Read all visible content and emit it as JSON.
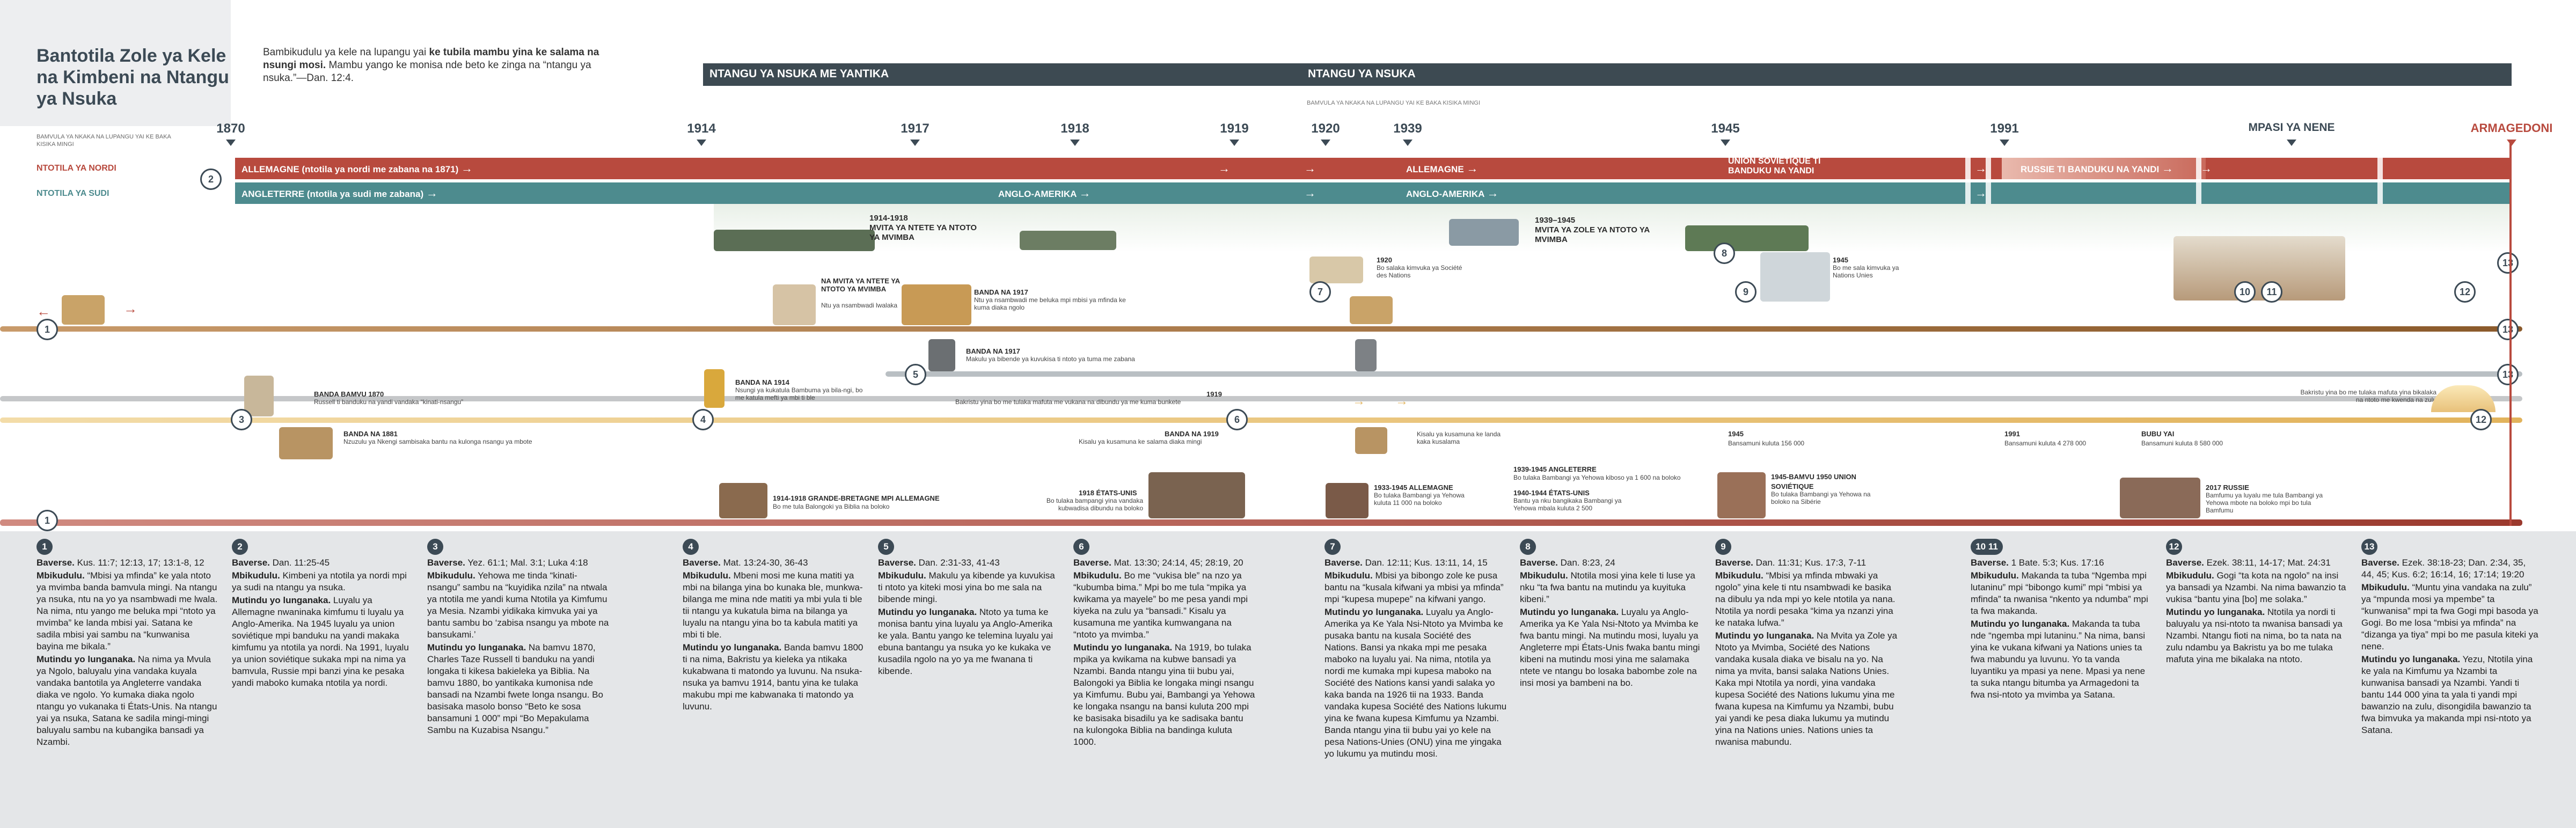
{
  "header": {
    "title": "Bantotila Zole ya Kele na Kimbeni na Ntangu ya Nsuka",
    "title_sub": "BAMVULA YA NKAKA NA LUPANGU YAI KE BAKA KISIKA MINGI",
    "intro_prefix": "Bambikudulu ya kele na lupangu yai",
    "intro_bold": "ke tubila mambu yina ke salama na nsungi mosi.",
    "intro_rest": "Mambu yango ke monisa nde beto ke zinga na “ntangu ya nsuka.”—Dan. 12:4.",
    "era_1": "NTANGU YA NSUKA ME YANTIKA",
    "era_2": "NTANGU YA NSUKA",
    "era_note": "BAMVULA YA NKAKA NA LUPANGU YAI KE BAKA KISIKA MINGI"
  },
  "years": [
    "1870",
    "1914",
    "1917",
    "1918",
    "1919",
    "1920",
    "1939",
    "1945",
    "1991",
    "MPASI YA NENE",
    "ARMAGEDONI"
  ],
  "kings": {
    "north_label": "NTOTILA YA NORDI",
    "south_label": "NTOTILA YA SUDI",
    "north_1": "ALLEMAGNE (ntotila ya nordi me zabana na 1871)",
    "north_2": "ALLEMAGNE",
    "north_3": "UNION SOVIÉTIQUE TI BANDUKU NA YANDI",
    "north_4": "RUSSIE TI BANDUKU NA YANDI",
    "south_1": "ANGLETERRE (ntotila ya sudi me zabana)",
    "south_2": "ANGLO-AMERIKA",
    "south_3": "ANGLO-AMERIKA"
  },
  "events": {
    "e_1914_ww1": "1914-1918",
    "e_1914_ww1_sub": "MVITA YA NTETE YA NTOTO YA MVIMBA",
    "e_1939_ww2": "1939–1945",
    "e_1939_ww2_sub": "MVITA YA ZOLE YA NTOTO YA MVIMBA",
    "beast_title": "NA MVITA YA NTETE YA NTOTO YA MVIMBA",
    "beast_text": "Ntu ya nsambwadi lwalaka",
    "b1917_title": "BANDA NA 1917",
    "b1917_text": "Ntu ya nsambwadi me beluka mpi mbisi ya mfinda ke kuma diaka ngolo",
    "league_year": "1920",
    "league_text": "Bo salaka kimvuka ya Société des Nations",
    "un_year": "1945",
    "un_text": "Bo me sala kimvuka ya Nations Unies",
    "iron_title": "BANDA NA 1917",
    "iron_text": "Makulu ya bibende ya kuvukisa ti ntoto ya tuma me zabana",
    "russell_title": "BANDA BAMVU 1870",
    "russell_text": "Russell ti banduku na yandi vandaka “kinati-nsangu”",
    "b1914_title": "BANDA NA 1914",
    "b1914_text": "Nsungi ya kukatula Bambuma ya bila-ngi, bo me katula mefti ya mbi ti ble",
    "b1919_year": "1919",
    "b1919_text": "Bakristu yina bo me tulaka mafuta me vukana na dibundu ya me kuma bunkete",
    "hill_text": "Bakristu yina bo me tulaka mafuta yina bikalaka na ntoto me kwenda na zulu",
    "b1881_title": "BANDA NA 1881",
    "b1881_text": "Nzuzulu ya Nkengi sambisaka bantu na kulonga nsangu ya mbote",
    "b1919b_title": "BANDA NA 1919",
    "b1919b_text": "Kisalu ya kusamuna ke salama diaka mingi",
    "kusa_text": "Kisalu ya kusamuna ke landa kaka kusalama",
    "p1945_year": "1945",
    "p1945_text": "Bansamuni kuluta 156 000",
    "p1991_year": "1991",
    "p1991_text": "Bansamuni kuluta 4 278 000",
    "bubu_title": "BUBU YAI",
    "bubu_text": "Bansamuni kuluta 8 580 000",
    "gb_title": "1914-1918 GRANDE-BRETAGNE MPI ALLEMAGNE",
    "gb_text": "Bo me tula Balongoki ya Biblia na boloko",
    "us_title": "1918 ÉTATS-UNIS",
    "us_text": "Bo tulaka bampangi yina vandaka kubwadisa dibundu na boloko",
    "de_title": "1933-1945 ALLEMAGNE",
    "de_text": "Bo tulaka Bambangi ya Yehowa kuluta 11 000 na boloko",
    "en_title": "1939-1945 ANGLETERRE",
    "en_text": "Bo tulaka Bambangi ya Yehowa kiboso ya 1 600 na boloko",
    "us2_title": "1940-1944 ÉTATS-UNIS",
    "us2_text": "Bantu ya nku bangikaka Bambangi ya Yehowa mbala kuluta 2 500",
    "su_title": "1945-BAMVU 1950 UNION SOVIÉTIQUE",
    "su_text": "Bo tulaka Bambangi ya Yehowa na boloko na Sibérie",
    "ru_title": "2017 RUSSIE",
    "ru_text": "Bamfumu ya luyalu me tula Bambangi ya Yehowa mbote na boloko mpi bo tula Bamfumu"
  },
  "columns": [
    {
      "n": "1",
      "verses": "Kus. 11:7; 12:13, 17; 13:1-8, 12",
      "def": "“Mbisi ya mfinda” ke yala ntoto ya mvimba banda bamvula mingi. Na ntangu ya nsuka, ntu na yo ya nsambwadi me lwala. Na nima, ntu yango me beluka mpi “ntoto ya mvimba” ke landa mbisi yai. Satana ke sadila mbisi yai sambu na “kunwanisa bayina me bikala.”",
      "mut": "Na nima ya Mvula ya Ngolo, baluyalu yina vandaka kuyala vandaka bantotila ya Angleterre vandaka diaka ve ngolo. Yo kumaka diaka ngolo ntangu yo vukanaka ti États-Unis. Na ntangu yai ya nsuka, Satana ke sadila mingi-mingi baluyalu sambu na kubangika bansadi ya Nzambi."
    },
    {
      "n": "2",
      "verses": "Dan. 11:25-45",
      "def": "Kimbeni ya ntotila ya nordi mpi ya sudi na ntangu ya nsuka.",
      "mut": "Luyalu ya Allemagne nwaninaka kimfumu ti luyalu ya Anglo-Amerika. Na 1945 luyalu ya union soviétique mpi banduku na yandi makaka kimfumu ya ntotila ya nordi. Na 1991, luyalu ya union soviétique sukaka mpi na nima ya bamvula, Russie mpi banzi yina ke pesaka yandi maboko kumaka ntotila ya nordi."
    },
    {
      "n": "3",
      "verses": "Yez. 61:1; Mal. 3:1; Luka 4:18",
      "def": "Yehowa me tinda “kinati-nsangu” sambu na “kuyidika nzila” na ntwala ya ntotila me yandi kuma Ntotila ya Kimfumu ya Mesia. Nzambi yidikaka kimvuka yai ya bantu sambu bo ‘zabisa nsangu ya mbote na bansukami.’",
      "mut": "Na bamvu 1870, Charles Taze Russell ti banduku na yandi longaka ti kikesa bakieleka ya Biblia. Na bamvu 1880, bo yantikaka kumonisa nde bansadi na Nzambi fwete longa nsangu. Bo basisaka masolo bonso “Beto ke sosa bansamuni 1 000” mpi “Bo Mepakulama Sambu na Kuzabisa Nsangu.”"
    },
    {
      "n": "4",
      "verses": "Mat. 13:24-30, 36-43",
      "def": "Mbeni mosi me kuna matiti ya mbi na bilanga yina bo kunaka ble, munkwa-bilanga me mina nde matiti ya mbi yula ti ble tii ntangu ya kukatula bima na bilanga ya luyalu na ntangu yina bo ta kabula matiti ya mbi ti ble.",
      "mut": "Banda bamvu 1800 ti na nima, Bakristu ya kieleka ya ntikaka kukabwana ti matondo ya luvunu. Na nsuka-nsuka ya bamvu 1914, bantu yina ke tulaka makubu mpi me kabwanaka ti matondo ya luvunu."
    },
    {
      "n": "5",
      "verses": "Dan. 2:31-33, 41-43",
      "def": "Makulu ya kibende ya kuvukisa ti ntoto ya kiteki mosi yina bo me sala na bibende mingi.",
      "mut": "Ntoto ya tuma ke monisa bantu yina luyalu ya Anglo-Amerika ke yala. Bantu yango ke telemina luyalu yai ebuna bantangu ya nsuka yo ke kukaka ve kusadila ngolo na yo ya me fwanana ti kibende."
    },
    {
      "n": "6",
      "verses": "Mat. 13:30; 24:14, 45; 28:19, 20",
      "def": "Bo me “vukisa ble” na nzo ya “kubumba bima.” Mpi bo me tula “mpika ya kwikama ya mayele” bo me pesa yandi mpi kiyeka na zulu ya “bansadi.” Kisalu ya kusamuna me yantika kumwangana na “ntoto ya mvimba.”",
      "mut": "Na 1919, bo tulaka mpika ya kwikama na kubwe bansadi ya Nzambi. Banda ntangu yina tii bubu yai, Balongoki ya Biblia ke longaka mingi nsangu ya Kimfumu. Bubu yai, Bambangi ya Yehowa ke longaka nsangu na bansi kuluta 200 mpi ke basisaka bisadilu ya ke sadisaka bantu na kulongoka Biblia na bandinga kuluta 1000."
    },
    {
      "n": "7",
      "verses": "Dan. 12:11; Kus. 13:11, 14, 15",
      "def": "Mbisi ya bibongo zole ke pusa bantu na “kusala kifwani ya mbisi ya mfinda” mpi “kupesa mupepe” na kifwani yango.",
      "mut": "Luyalu ya Anglo-Amerika ya Ke Yala Nsi-Ntoto ya Mvimba ke pusaka bantu na kusala Société des Nations. Bansi ya nkaka mpi me pesaka maboko na luyalu yai. Na nima, ntotila ya nordi me kumaka mpi kupesa maboko na Société des Nations kansi yandi salaka yo kaka banda na 1926 tii na 1933. Banda vandaka kupesa Société des Nations lukumu yina ke fwana kupesa Kimfumu ya Nzambi. Banda ntangu yina tii bubu yai yo kele na pesa Nations-Unies (ONU) yina me yingaka yo lukumu ya mutindu mosi."
    },
    {
      "n": "8",
      "verses": "Dan. 8:23, 24",
      "def": "Ntotila mosi yina kele ti luse ya nku “ta fwa bantu na mutindu ya kuyituka kibeni.”",
      "mut": "Luyalu ya Anglo-Amerika ya Ke Yala Nsi-Ntoto ya Mvimba ke fwa bantu mingi. Na mutindu mosi, luyalu ya Angleterre mpi États-Unis fwaka bantu mingi kibeni na mutindu mosi yina me salamaka ntete ve ntangu bo losaka babombe zole na insi mosi ya bambeni na bo."
    },
    {
      "n": "9",
      "verses": "Dan. 11:31; Kus. 17:3, 7-11",
      "def": "“Mbisi ya mfinda mbwaki ya ngolo” yina kele ti ntu nsambwadi ke basika na dibulu ya nda mpi yo kele ntotila ya nana. Ntotila ya nordi pesaka “kima ya nzanzi yina ke nataka lufwa.”",
      "mut": "Na Mvita ya Zole ya Ntoto ya Mvimba, Société des Nations vandaka kusala diaka ve bisalu na yo. Na nima ya mvita, bansi salaka Nations Unies. Kaka mpi Ntotila ya nordi, yina vandaka kupesa Société des Nations lukumu yina me fwana kupesa na Kimfumu ya Nzambi, bubu yai yandi ke pesa diaka lukumu ya mutindu yina na Nations unies. Nations unies ta nwanisa mabundu."
    },
    {
      "n": "10 11",
      "verses": "1 Bate. 5:3; Kus. 17:16",
      "def": "Makanda ta tuba “Ngemba mpi lutaninu” mpi “bibongo kumi” mpi “mbisi ya mfinda” ta nwanisa “nkento ya ndumba” mpi ta fwa makanda.",
      "mut": "Makanda ta tuba nde “ngemba mpi lutaninu.” Na nima, bansi yina ke vukana kifwani ya Nations unies ta fwa mabundu ya luvunu. Yo ta vanda luyantiku ya mpasi ya nene. Mpasi ya nene ta suka ntangu bitumba ya Armagedoni ta fwa nsi-ntoto ya mvimba ya Satana."
    },
    {
      "n": "12",
      "verses": "Ezek. 38:11, 14-17; Mat. 24:31",
      "def": "Gogi “ta kota na ngolo” na insi ya bansadi ya Nzambi. Na nima bawanzio ta vukisa “bantu yina [bo] me solaka.”",
      "mut": "Ntotila ya nordi ti baluyalu ya nsi-ntoto ta nwanisa bansadi ya Nzambi. Ntangu fioti na nima, bo ta nata na zulu ndambu ya Bakristu ya bo me tulaka mafuta yina me bikalaka na ntoto."
    },
    {
      "n": "13",
      "verses": "Ezek. 38:18-23; Dan. 2:34, 35, 44, 45; Kus. 6:2; 16:14, 16; 17:14; 19:20",
      "def": "“Muntu yina vandaka na zulu” ya “mpunda mosi ya mpembe” ta “kunwanisa” mpi ta fwa Gogi mpi basoda ya Gogi. Bo me losa “mbisi ya mfinda” na “dizanga ya tiya” mpi bo me pasula kiteki ya nene.",
      "mut": "Yezu, Ntotila yina ke yala na Kimfumu ya Nzambi ta kunwanisa bansadi ya Nzambi. Yandi ti bantu 144 000 yina ta yala ti yandi mpi bawanzio na zulu, disongidila bawanzio ta fwa bimvuka ya makanda mpi nsi-ntoto ya Satana."
    }
  ],
  "labels": {
    "verses": "Baverse.",
    "def": "Mbikudulu.",
    "mut": "Mutindu yo lunganaka."
  },
  "colors": {
    "north": "#b84a3e",
    "south": "#4d8b8e",
    "dark": "#3c4a55",
    "gold": "#e2b35c"
  }
}
